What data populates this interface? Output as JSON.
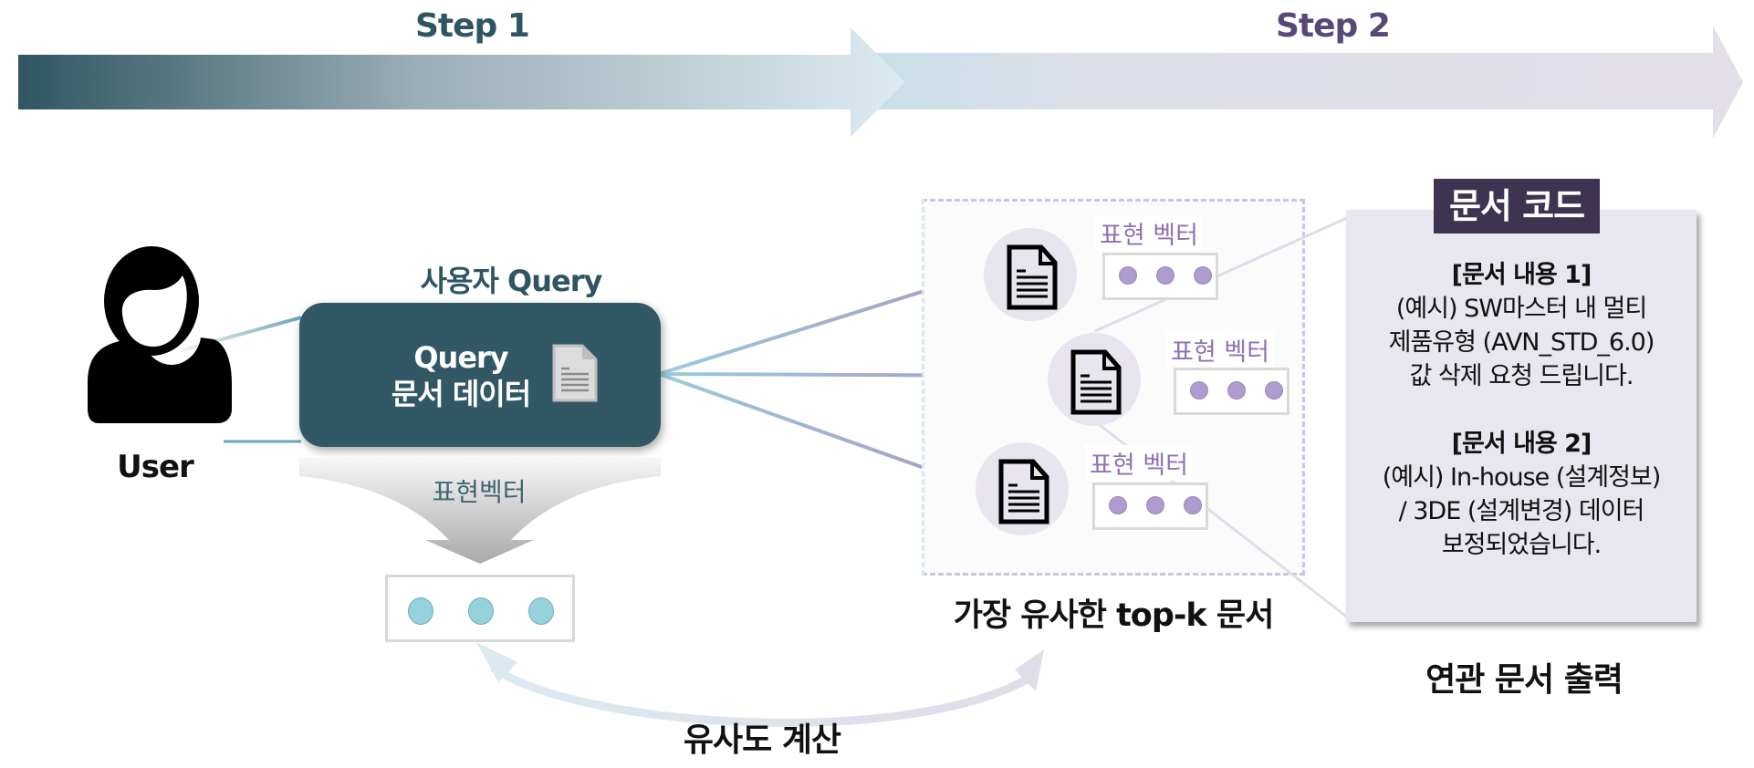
{
  "steps": [
    {
      "label": "Step 1",
      "color": "#2f5563"
    },
    {
      "label": "Step 2",
      "color": "#584878"
    }
  ],
  "user": {
    "label": "User",
    "icon": "user-icon"
  },
  "query": {
    "title": "사용자 Query",
    "box_line1": "Query",
    "box_line2": "문서 데이터",
    "icon": "document-icon",
    "box_color": "#325866"
  },
  "representation_vector": {
    "label": "표현벡터",
    "dot_count": 3,
    "dot_color": "#95d2dc"
  },
  "similarity": {
    "label": "유사도 계산"
  },
  "topk": {
    "label": "가장 유사한 top-k 문서",
    "documents": [
      {
        "vector_label": "표현 벡터",
        "dot_count": 3
      },
      {
        "vector_label": "표현 벡터",
        "dot_count": 3
      },
      {
        "vector_label": "표현 벡터",
        "dot_count": 3
      }
    ],
    "dot_color": "#ad9ccd"
  },
  "output": {
    "tag": "문서 코드",
    "items": [
      {
        "heading": "[문서 내용 1]",
        "lines": [
          "(예시) SW마스터 내 멀티",
          "제품유형 (AVN_STD_6.0)",
          "값 삭제 요청 드립니다."
        ]
      },
      {
        "heading": "[문서 내용 2]",
        "lines": [
          "(예시) In-house (설계정보)",
          "/ 3DE (설계변경) 데이터",
          "보정되었습니다."
        ]
      }
    ],
    "label": "연관 문서 출력"
  }
}
